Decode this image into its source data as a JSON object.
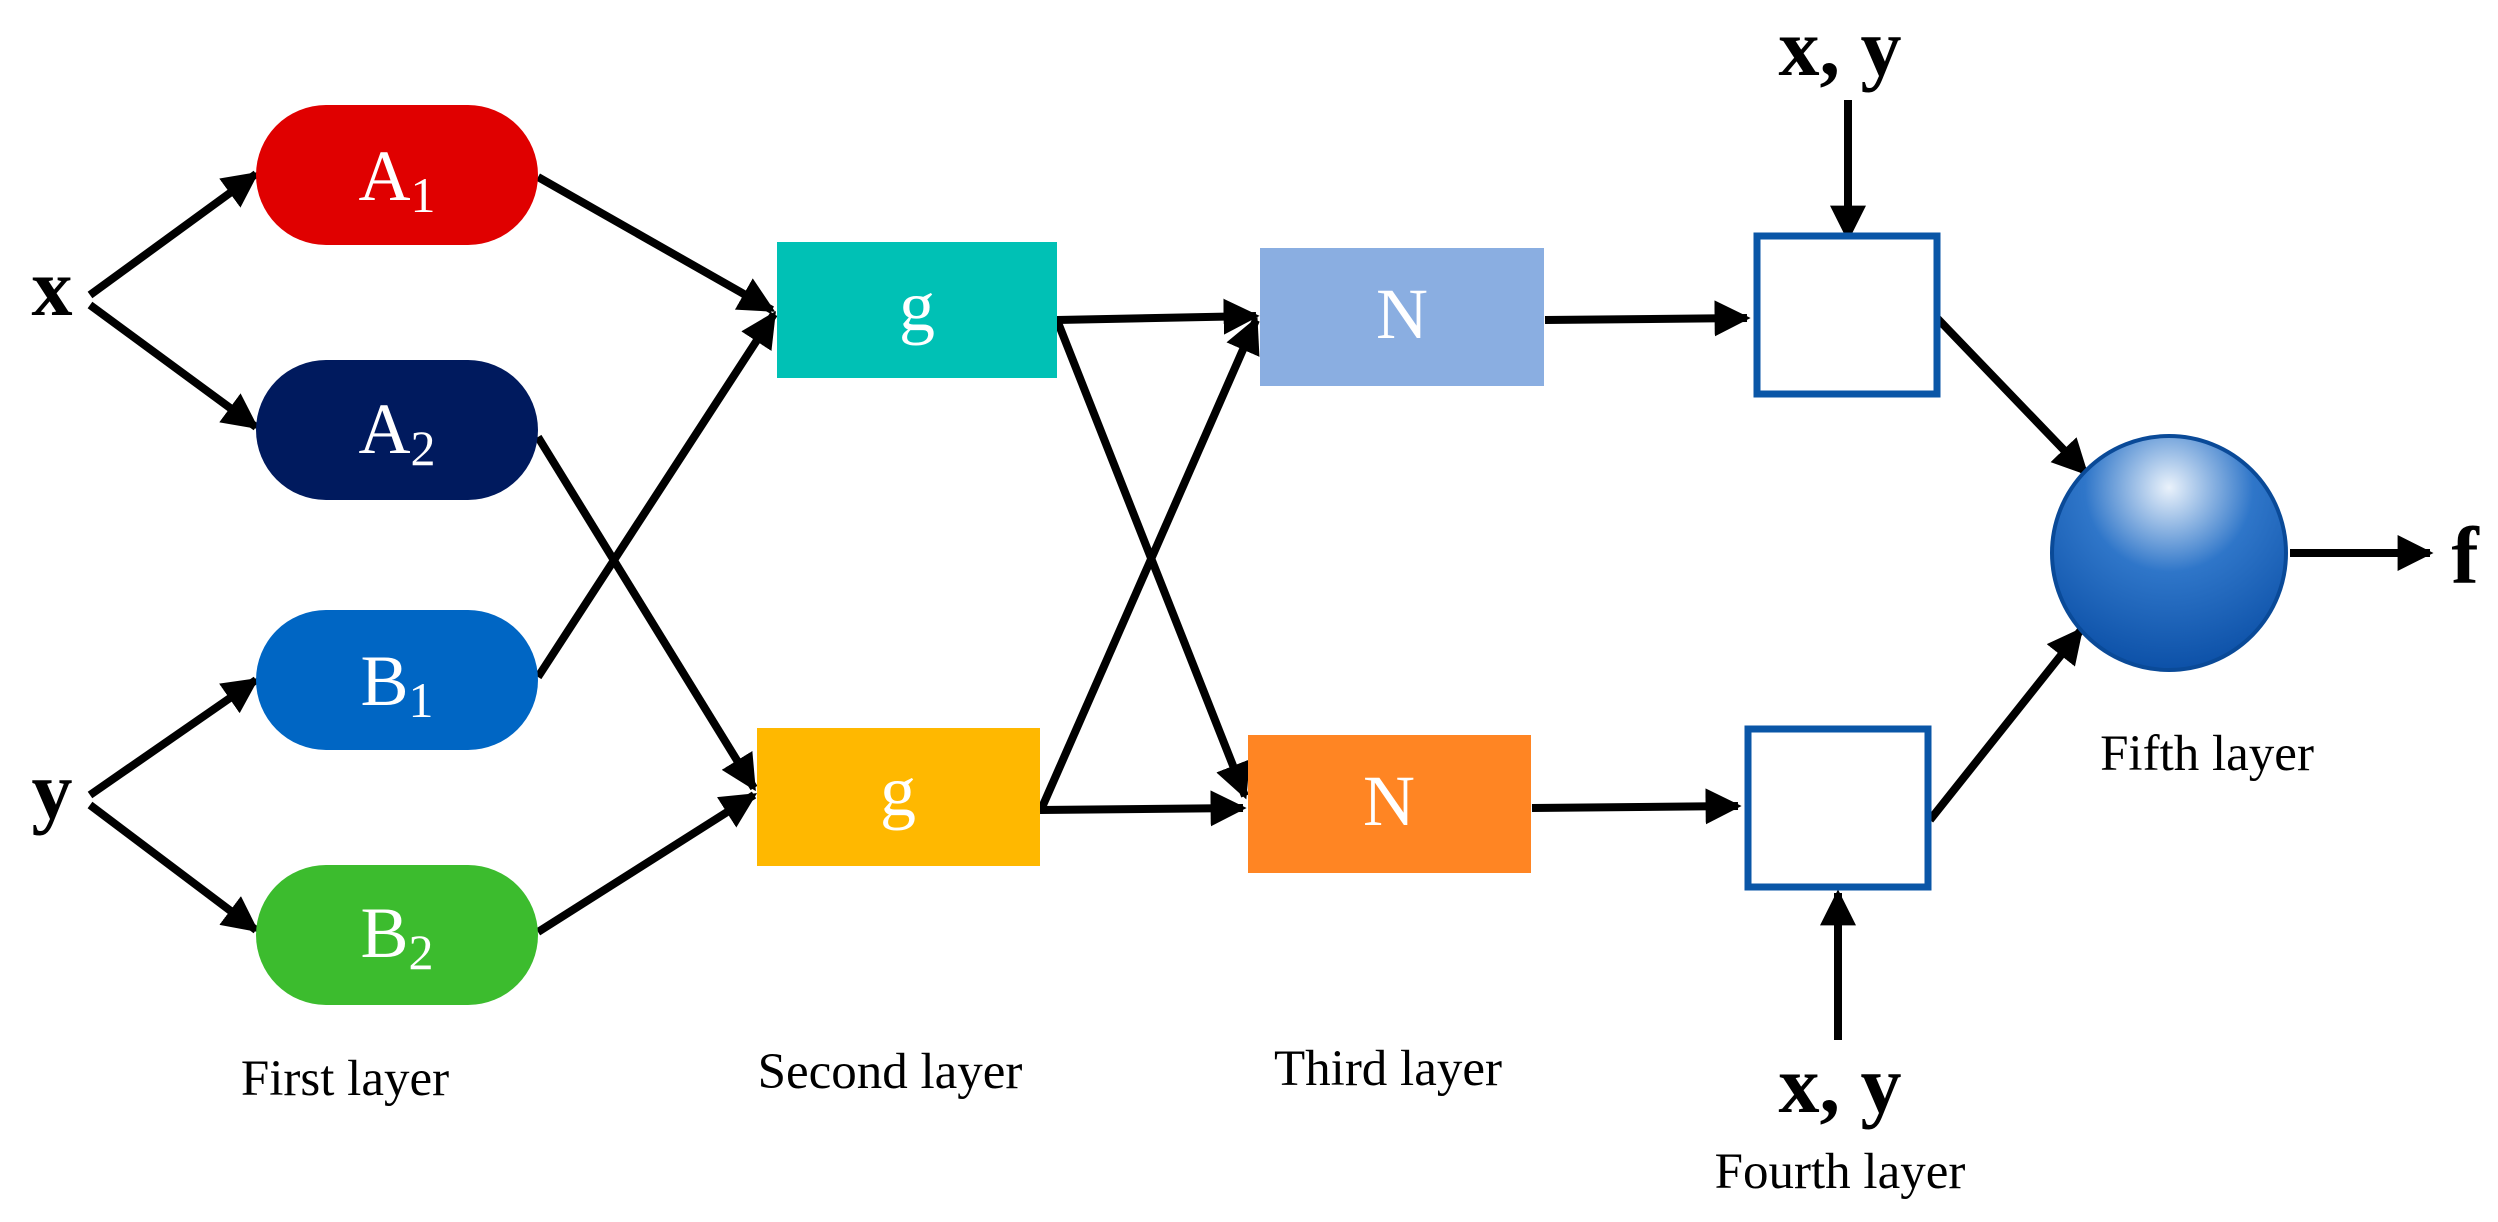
{
  "inputs": {
    "x": "x",
    "y": "y",
    "xy_top": "x, y",
    "xy_bottom": "x, y",
    "output": "f"
  },
  "first_layer": {
    "label": "First layer",
    "nodes": [
      {
        "base": "A",
        "sub": "1",
        "color": "#e00000"
      },
      {
        "base": "A",
        "sub": "2",
        "color": "#001a5e"
      },
      {
        "base": "B",
        "sub": "1",
        "color": "#0066c4"
      },
      {
        "base": "B",
        "sub": "2",
        "color": "#3cbc2e"
      }
    ]
  },
  "second_layer": {
    "label": "Second layer",
    "nodes": [
      {
        "text": "g",
        "color": "#00c1b5"
      },
      {
        "text": "g",
        "color": "#ffb800"
      }
    ]
  },
  "third_layer": {
    "label": "Third layer",
    "nodes": [
      {
        "text": "N",
        "color": "#8aaee1"
      },
      {
        "text": "N",
        "color": "#ff8523"
      }
    ]
  },
  "fourth_layer": {
    "label": "Fourth layer",
    "box_border_color": "#0a56a7"
  },
  "fifth_layer": {
    "label": "Fifth layer",
    "gradient_top": "#eaf2fb",
    "gradient_mid": "#2f76c9",
    "gradient_bottom": "#0b4fa6",
    "border_color": "#0a4a98"
  }
}
